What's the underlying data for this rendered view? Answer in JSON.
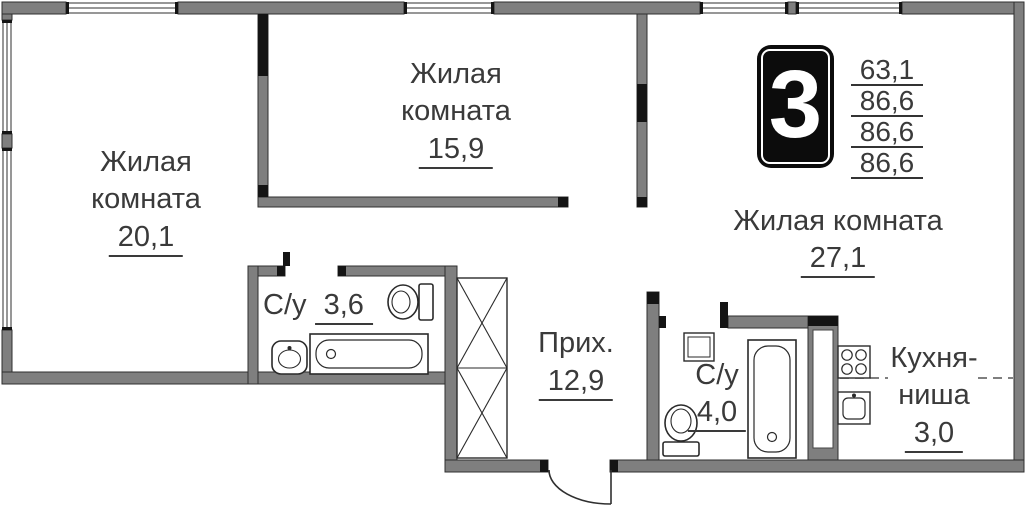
{
  "legend": {
    "badge_number": "3",
    "areas": [
      "63,1",
      "86,6",
      "86,6",
      "86,6"
    ]
  },
  "rooms": {
    "living_left": {
      "name1": "Жилая",
      "name2": "комната",
      "area": "20,1"
    },
    "living_top": {
      "name1": "Жилая",
      "name2": "комната",
      "area": "15,9"
    },
    "living_right": {
      "name": "Жилая комната",
      "area": "27,1"
    },
    "bathroom_small": {
      "name": "С/у",
      "area": "3,6"
    },
    "hallway": {
      "name": "Прих.",
      "area": "12,9"
    },
    "bathroom_large": {
      "name": "С/у",
      "area": "4,0"
    },
    "kitchen_niche": {
      "name1": "Кухня-",
      "name2": "ниша",
      "area": "3,0"
    }
  },
  "colors": {
    "wall": "#7f7f7f",
    "wall_edge": "#2f2f2f",
    "pier_black": "#141414",
    "text": "#3a3a3a"
  }
}
